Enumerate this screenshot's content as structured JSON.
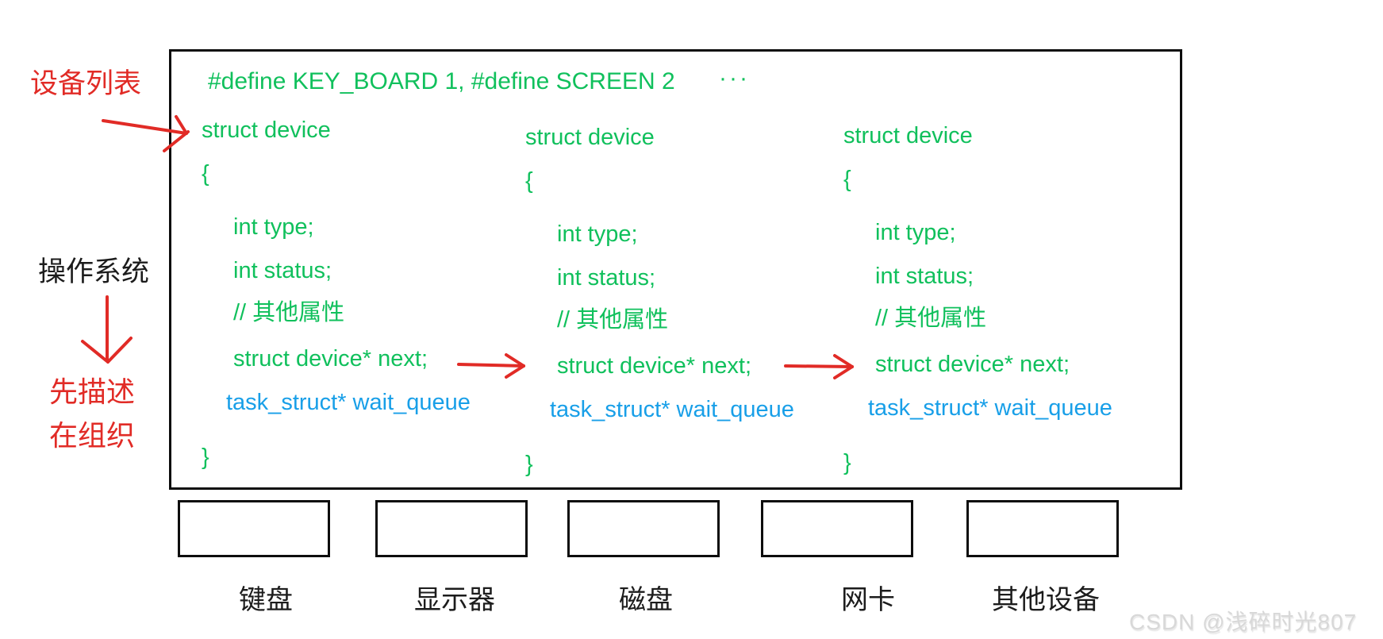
{
  "annotations": {
    "device_list_label": "设备列表",
    "os_label": "操作系统",
    "flow_line1": "先描述",
    "flow_line2": "在组织"
  },
  "code": {
    "define_line": "#define KEY_BOARD 1, #define SCREEN 2",
    "ellipsis": "···",
    "struct_def": {
      "header": "struct device",
      "open_brace": "{",
      "field_type": "int type;",
      "field_status": "int status;",
      "comment": "// 其他属性",
      "field_next": "struct device* next;",
      "field_wait_queue": "task_struct* wait_queue",
      "close_brace": "}"
    }
  },
  "devices": [
    {
      "label": "键盘"
    },
    {
      "label": "显示器"
    },
    {
      "label": "磁盘"
    },
    {
      "label": "网卡"
    },
    {
      "label": "其他设备"
    }
  ],
  "watermark": "CSDN @浅碎时光807",
  "colors": {
    "code_green": "#10c05c",
    "pointer_blue": "#189fe8",
    "annotation_red": "#e12b26",
    "text_black": "#1c1c1c",
    "watermark_gray": "#d8d8d8"
  }
}
